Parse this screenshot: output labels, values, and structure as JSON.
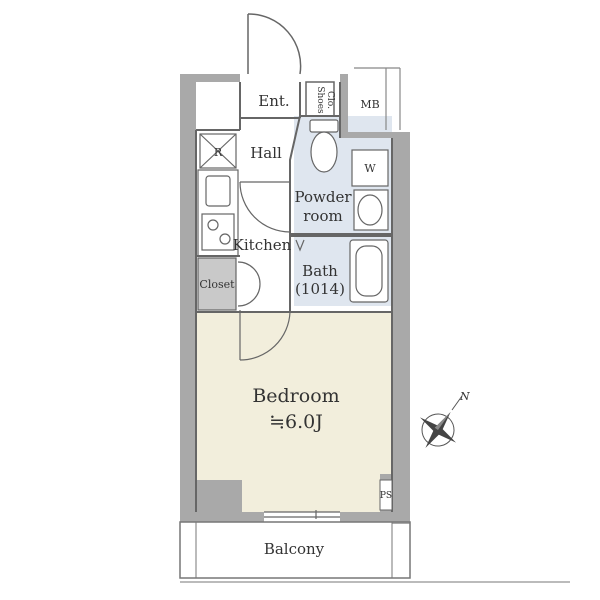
{
  "rooms": {
    "entrance": "Ent.",
    "shoes_closet_line1": "Shoes",
    "shoes_closet_line2": "Clo.",
    "meter_box": "MB",
    "refrigerator": "R",
    "hall": "Hall",
    "washer": "W",
    "powder_room_line1": "Powder",
    "powder_room_line2": "room",
    "kitchen": "Kitchen",
    "bath_line1": "Bath",
    "bath_line2": "(1014)",
    "closet": "Closet",
    "bedroom": "Bedroom",
    "bedroom_size": "≒6.0J",
    "pipe_space": "PS",
    "balcony": "Balcony"
  },
  "compass": {
    "north_label": "N"
  },
  "colors": {
    "wall": "#a9a9a9",
    "bedroom_floor": "#f2eedc",
    "wet_area": "#dfe6ef",
    "closet_fill": "#c9c9c9",
    "line": "#666666"
  }
}
